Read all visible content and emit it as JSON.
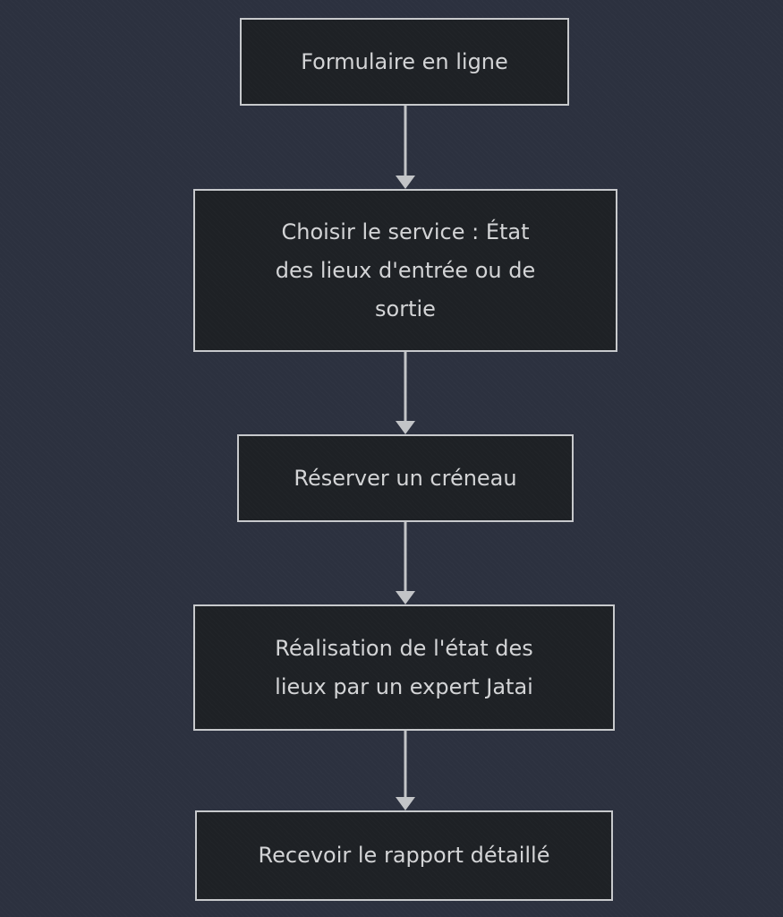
{
  "diagram": {
    "type": "flowchart",
    "direction": "top-down",
    "nodes": [
      {
        "id": "node-1",
        "label": "Formulaire en ligne",
        "lines": [
          "Formulaire en ligne"
        ]
      },
      {
        "id": "node-2",
        "label": "Choisir le service : État des lieux d'entrée ou de sortie",
        "lines": [
          "Choisir le service : État",
          "des lieux d'entrée ou de",
          "sortie"
        ]
      },
      {
        "id": "node-3",
        "label": "Réserver un créneau",
        "lines": [
          "Réserver un créneau"
        ]
      },
      {
        "id": "node-4",
        "label": "Réalisation de l'état des lieux par un expert Jatai",
        "lines": [
          "Réalisation de l'état des",
          "lieux par un expert Jatai"
        ]
      },
      {
        "id": "node-5",
        "label": "Recevoir le rapport détaillé",
        "lines": [
          "Recevoir le rapport détaillé"
        ]
      }
    ],
    "connections": [
      {
        "from": "node-1",
        "to": "node-2"
      },
      {
        "from": "node-2",
        "to": "node-3"
      },
      {
        "from": "node-3",
        "to": "node-4"
      },
      {
        "from": "node-4",
        "to": "node-5"
      }
    ],
    "colors": {
      "background": "#2c313f",
      "node_fill": "#1e2125",
      "node_border": "#c7c9cc",
      "text": "#d3d4d6",
      "arrow": "#c2c4c7"
    }
  }
}
